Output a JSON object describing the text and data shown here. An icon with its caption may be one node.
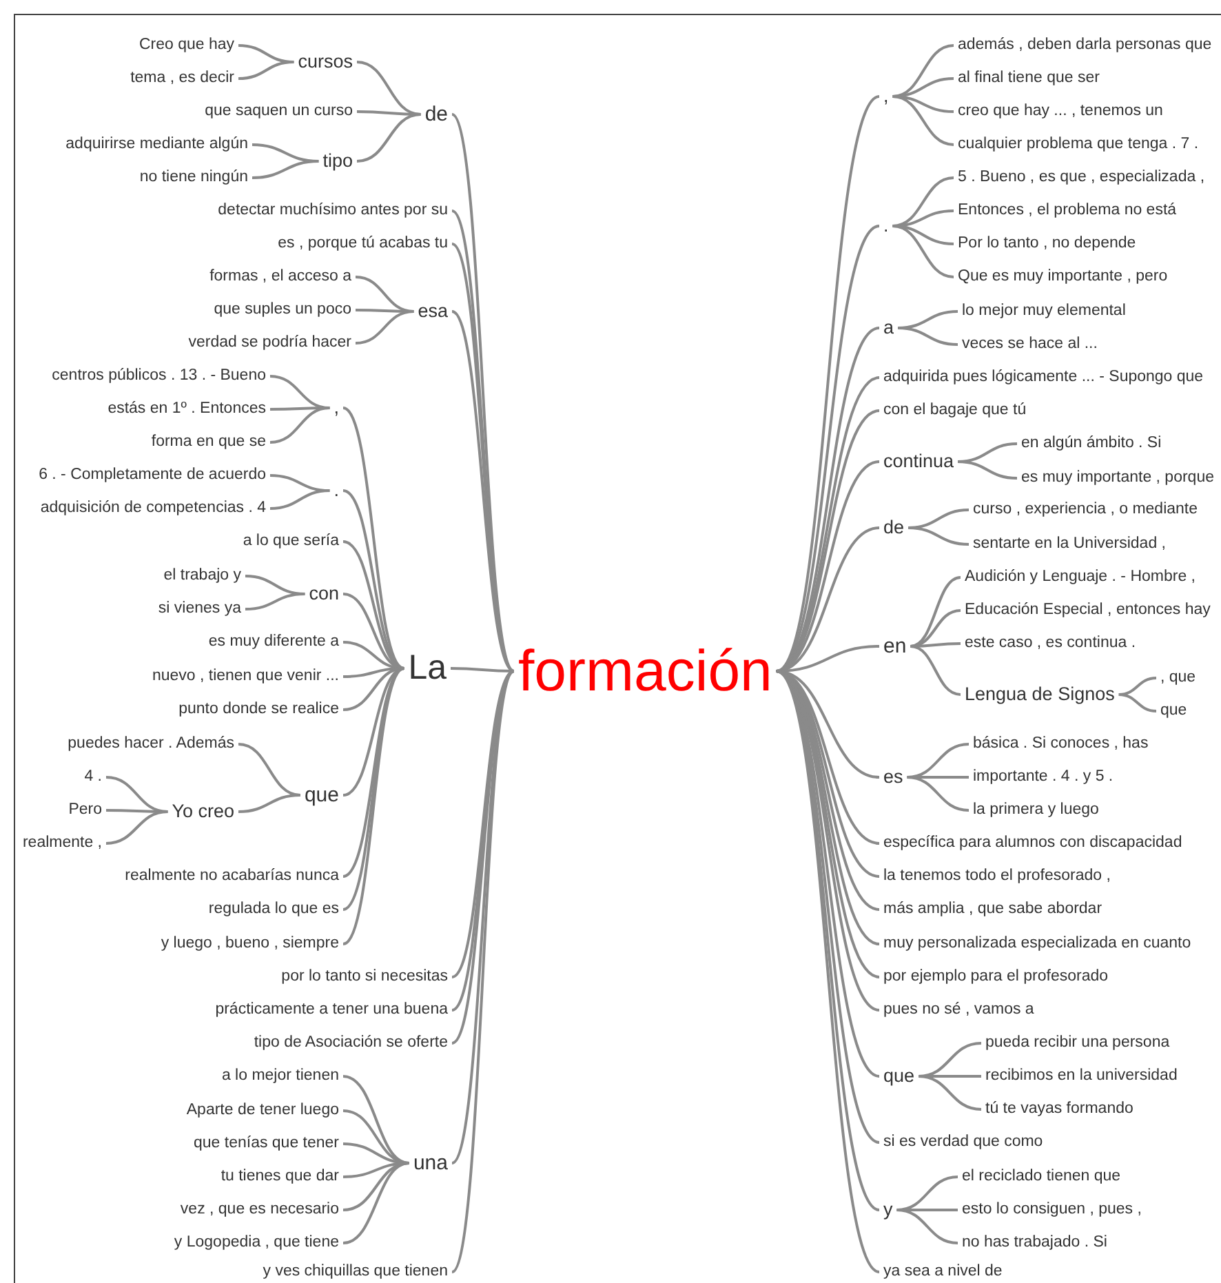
{
  "diagram": {
    "nodes": [
      {
        "text": [
          "formación"
        ]
      },
      {
        "text": [
          "Creo que hay"
        ]
      },
      {
        "text": [
          "tema , es decir"
        ]
      },
      {
        "text": [
          "cursos"
        ]
      },
      {
        "text": [
          "que saquen un curso"
        ]
      },
      {
        "text": [
          "adquirirse mediante algún"
        ]
      },
      {
        "text": [
          "no tiene ningún"
        ]
      },
      {
        "text": [
          "tipo"
        ]
      },
      {
        "text": [
          "de"
        ]
      },
      {
        "text": [
          "detectar muchísimo antes por su"
        ]
      },
      {
        "text": [
          "es , porque tú acabas tu"
        ]
      },
      {
        "text": [
          "formas , el acceso a"
        ]
      },
      {
        "text": [
          "que suples un poco"
        ]
      },
      {
        "text": [
          "verdad se podría hacer"
        ]
      },
      {
        "text": [
          "esa"
        ]
      },
      {
        "text": [
          "centros públicos . 13 . - Bueno"
        ]
      },
      {
        "text": [
          "estás en 1º . Entonces"
        ]
      },
      {
        "text": [
          "forma en que se"
        ]
      },
      {
        "text": [
          ","
        ]
      },
      {
        "text": [
          "6 . - Completamente de acuerdo"
        ]
      },
      {
        "text": [
          "adquisición de competencias . 4"
        ]
      },
      {
        "text": [
          "."
        ]
      },
      {
        "text": [
          "a lo que sería"
        ]
      },
      {
        "text": [
          "el trabajo y"
        ]
      },
      {
        "text": [
          "si vienes ya"
        ]
      },
      {
        "text": [
          "con"
        ]
      },
      {
        "text": [
          "es muy diferente a"
        ]
      },
      {
        "text": [
          "nuevo , tienen que venir ..."
        ]
      },
      {
        "text": [
          "punto donde se realice"
        ]
      },
      {
        "text": [
          "puedes hacer . Además"
        ]
      },
      {
        "text": [
          "4 ."
        ]
      },
      {
        "text": [
          "Pero"
        ]
      },
      {
        "text": [
          "realmente ,"
        ]
      },
      {
        "text": [
          "Yo creo"
        ]
      },
      {
        "text": [
          "que"
        ]
      },
      {
        "text": [
          "realmente no acabarías nunca"
        ]
      },
      {
        "text": [
          "regulada lo que es"
        ]
      },
      {
        "text": [
          "y luego , bueno , siempre"
        ]
      },
      {
        "text": [
          "La"
        ]
      },
      {
        "text": [
          "por lo tanto si necesitas"
        ]
      },
      {
        "text": [
          "prácticamente a tener una buena"
        ]
      },
      {
        "text": [
          "tipo de Asociación se oferte"
        ]
      },
      {
        "text": [
          "a lo mejor tienen"
        ]
      },
      {
        "text": [
          "Aparte de tener luego"
        ]
      },
      {
        "text": [
          "que tenías que tener"
        ]
      },
      {
        "text": [
          "tu tienes que dar"
        ]
      },
      {
        "text": [
          "vez , que es necesario"
        ]
      },
      {
        "text": [
          "y Logopedia , que tiene"
        ]
      },
      {
        "text": [
          "una"
        ]
      },
      {
        "text": [
          "y ves chiquillas que tienen"
        ]
      },
      {
        "text": [
          ","
        ]
      },
      {
        "text": [
          "además , deben darla personas que"
        ]
      },
      {
        "text": [
          "al final tiene que ser"
        ]
      },
      {
        "text": [
          "creo que hay ... , tenemos un"
        ]
      },
      {
        "text": [
          "cualquier problema que tenga . 7 ."
        ]
      },
      {
        "text": [
          "."
        ]
      },
      {
        "text": [
          "5 . Bueno , es que , especializada ,"
        ]
      },
      {
        "text": [
          "Entonces , el problema no está"
        ]
      },
      {
        "text": [
          "Por lo tanto , no depende"
        ]
      },
      {
        "text": [
          "Que es muy importante , pero"
        ]
      },
      {
        "text": [
          "a"
        ]
      },
      {
        "text": [
          "lo mejor muy elemental"
        ]
      },
      {
        "text": [
          "veces se hace al ..."
        ]
      },
      {
        "text": [
          "adquirida pues lógicamente ... - Supongo que"
        ]
      },
      {
        "text": [
          "con el bagaje que tú"
        ]
      },
      {
        "text": [
          "continua"
        ]
      },
      {
        "text": [
          "en algún ámbito . Si"
        ]
      },
      {
        "text": [
          "es muy importante , porque"
        ]
      },
      {
        "text": [
          "de"
        ]
      },
      {
        "text": [
          "curso , experiencia , o mediante"
        ]
      },
      {
        "text": [
          "sentarte en la Universidad ,"
        ]
      },
      {
        "text": [
          "en"
        ]
      },
      {
        "text": [
          "Audición y Lenguaje . - Hombre ,"
        ]
      },
      {
        "text": [
          "Educación Especial , entonces hay"
        ]
      },
      {
        "text": [
          "este caso , es continua ."
        ]
      },
      {
        "text": [
          "Lengua de Signos"
        ]
      },
      {
        "text": [
          ", que"
        ]
      },
      {
        "text": [
          "que"
        ]
      },
      {
        "text": [
          "es"
        ]
      },
      {
        "text": [
          "básica . Si conoces , has"
        ]
      },
      {
        "text": [
          "importante . 4 . y 5 ."
        ]
      },
      {
        "text": [
          "la primera y luego"
        ]
      },
      {
        "text": [
          "específica para alumnos con discapacidad"
        ]
      },
      {
        "text": [
          "la tenemos todo el profesorado ,"
        ]
      },
      {
        "text": [
          "más amplia , que sabe abordar"
        ]
      },
      {
        "text": [
          "muy personalizada especializada en cuanto"
        ]
      },
      {
        "text": [
          "por ejemplo para el profesorado"
        ]
      },
      {
        "text": [
          "pues no sé , vamos a"
        ]
      },
      {
        "text": [
          "que"
        ]
      },
      {
        "text": [
          "pueda recibir una persona"
        ]
      },
      {
        "text": [
          "recibimos en la universidad"
        ]
      },
      {
        "text": [
          "tú te vayas formando"
        ]
      },
      {
        "text": [
          "si es verdad que como"
        ]
      },
      {
        "text": [
          "y"
        ]
      },
      {
        "text": [
          "el reciclado tienen que"
        ]
      },
      {
        "text": [
          "esto lo consiguen , pues ,"
        ]
      },
      {
        "text": [
          "no has trabajado . Si"
        ]
      },
      {
        "text": [
          "ya sea a nivel de"
        ]
      }
    ],
    "edges": [
      {
        "from": 1,
        "to": 3,
        "arrow": "none"
      },
      {
        "from": 2,
        "to": 3,
        "arrow": "none"
      },
      {
        "from": 3,
        "to": 8,
        "arrow": "none"
      },
      {
        "from": 4,
        "to": 8,
        "arrow": "none"
      },
      {
        "from": 5,
        "to": 7,
        "arrow": "none"
      },
      {
        "from": 6,
        "to": 7,
        "arrow": "none"
      },
      {
        "from": 7,
        "to": 8,
        "arrow": "none"
      },
      {
        "from": 8,
        "to": 0,
        "arrow": "none"
      },
      {
        "from": 9,
        "to": 0,
        "arrow": "none"
      },
      {
        "from": 10,
        "to": 0,
        "arrow": "none"
      },
      {
        "from": 11,
        "to": 14,
        "arrow": "none"
      },
      {
        "from": 12,
        "to": 14,
        "arrow": "none"
      },
      {
        "from": 13,
        "to": 14,
        "arrow": "none"
      },
      {
        "from": 14,
        "to": 0,
        "arrow": "none"
      },
      {
        "from": 15,
        "to": 18,
        "arrow": "none"
      },
      {
        "from": 16,
        "to": 18,
        "arrow": "none"
      },
      {
        "from": 17,
        "to": 18,
        "arrow": "none"
      },
      {
        "from": 18,
        "to": 38,
        "arrow": "none"
      },
      {
        "from": 19,
        "to": 21,
        "arrow": "none"
      },
      {
        "from": 20,
        "to": 21,
        "arrow": "none"
      },
      {
        "from": 21,
        "to": 38,
        "arrow": "none"
      },
      {
        "from": 22,
        "to": 38,
        "arrow": "none"
      },
      {
        "from": 23,
        "to": 25,
        "arrow": "none"
      },
      {
        "from": 24,
        "to": 25,
        "arrow": "none"
      },
      {
        "from": 25,
        "to": 38,
        "arrow": "none"
      },
      {
        "from": 26,
        "to": 38,
        "arrow": "none"
      },
      {
        "from": 27,
        "to": 38,
        "arrow": "none"
      },
      {
        "from": 28,
        "to": 38,
        "arrow": "none"
      },
      {
        "from": 29,
        "to": 34,
        "arrow": "none"
      },
      {
        "from": 30,
        "to": 33,
        "arrow": "none"
      },
      {
        "from": 31,
        "to": 33,
        "arrow": "none"
      },
      {
        "from": 32,
        "to": 33,
        "arrow": "none"
      },
      {
        "from": 33,
        "to": 34,
        "arrow": "none"
      },
      {
        "from": 34,
        "to": 38,
        "arrow": "none"
      },
      {
        "from": 35,
        "to": 38,
        "arrow": "none"
      },
      {
        "from": 36,
        "to": 38,
        "arrow": "none"
      },
      {
        "from": 37,
        "to": 38,
        "arrow": "none"
      },
      {
        "from": 38,
        "to": 0,
        "arrow": "none"
      },
      {
        "from": 39,
        "to": 0,
        "arrow": "none"
      },
      {
        "from": 40,
        "to": 0,
        "arrow": "none"
      },
      {
        "from": 41,
        "to": 0,
        "arrow": "none"
      },
      {
        "from": 42,
        "to": 48,
        "arrow": "none"
      },
      {
        "from": 43,
        "to": 48,
        "arrow": "none"
      },
      {
        "from": 44,
        "to": 48,
        "arrow": "none"
      },
      {
        "from": 45,
        "to": 48,
        "arrow": "none"
      },
      {
        "from": 46,
        "to": 48,
        "arrow": "none"
      },
      {
        "from": 47,
        "to": 48,
        "arrow": "none"
      },
      {
        "from": 48,
        "to": 0,
        "arrow": "none"
      },
      {
        "from": 49,
        "to": 0,
        "arrow": "none"
      },
      {
        "from": 0,
        "to": 50,
        "arrow": "none"
      },
      {
        "from": 50,
        "to": 51,
        "arrow": "none"
      },
      {
        "from": 50,
        "to": 52,
        "arrow": "none"
      },
      {
        "from": 50,
        "to": 53,
        "arrow": "none"
      },
      {
        "from": 50,
        "to": 54,
        "arrow": "none"
      },
      {
        "from": 0,
        "to": 55,
        "arrow": "none"
      },
      {
        "from": 55,
        "to": 56,
        "arrow": "none"
      },
      {
        "from": 55,
        "to": 57,
        "arrow": "none"
      },
      {
        "from": 55,
        "to": 58,
        "arrow": "none"
      },
      {
        "from": 55,
        "to": 59,
        "arrow": "none"
      },
      {
        "from": 0,
        "to": 60,
        "arrow": "none"
      },
      {
        "from": 60,
        "to": 61,
        "arrow": "none"
      },
      {
        "from": 60,
        "to": 62,
        "arrow": "none"
      },
      {
        "from": 0,
        "to": 63,
        "arrow": "none"
      },
      {
        "from": 0,
        "to": 64,
        "arrow": "none"
      },
      {
        "from": 0,
        "to": 65,
        "arrow": "none"
      },
      {
        "from": 65,
        "to": 66,
        "arrow": "none"
      },
      {
        "from": 65,
        "to": 67,
        "arrow": "none"
      },
      {
        "from": 0,
        "to": 68,
        "arrow": "none"
      },
      {
        "from": 68,
        "to": 69,
        "arrow": "none"
      },
      {
        "from": 68,
        "to": 70,
        "arrow": "none"
      },
      {
        "from": 0,
        "to": 71,
        "arrow": "none"
      },
      {
        "from": 71,
        "to": 72,
        "arrow": "none"
      },
      {
        "from": 71,
        "to": 73,
        "arrow": "none"
      },
      {
        "from": 71,
        "to": 74,
        "arrow": "none"
      },
      {
        "from": 71,
        "to": 75,
        "arrow": "none"
      },
      {
        "from": 75,
        "to": 76,
        "arrow": "none"
      },
      {
        "from": 75,
        "to": 77,
        "arrow": "none"
      },
      {
        "from": 0,
        "to": 78,
        "arrow": "none"
      },
      {
        "from": 78,
        "to": 79,
        "arrow": "none"
      },
      {
        "from": 78,
        "to": 80,
        "arrow": "none"
      },
      {
        "from": 78,
        "to": 81,
        "arrow": "none"
      },
      {
        "from": 0,
        "to": 82,
        "arrow": "none"
      },
      {
        "from": 0,
        "to": 83,
        "arrow": "none"
      },
      {
        "from": 0,
        "to": 84,
        "arrow": "none"
      },
      {
        "from": 0,
        "to": 85,
        "arrow": "none"
      },
      {
        "from": 0,
        "to": 86,
        "arrow": "none"
      },
      {
        "from": 0,
        "to": 87,
        "arrow": "none"
      },
      {
        "from": 0,
        "to": 88,
        "arrow": "none"
      },
      {
        "from": 88,
        "to": 89,
        "arrow": "none"
      },
      {
        "from": 88,
        "to": 90,
        "arrow": "none"
      },
      {
        "from": 88,
        "to": 91,
        "arrow": "none"
      },
      {
        "from": 0,
        "to": 92,
        "arrow": "none"
      },
      {
        "from": 0,
        "to": 93,
        "arrow": "none"
      },
      {
        "from": 93,
        "to": 94,
        "arrow": "none"
      },
      {
        "from": 93,
        "to": 95,
        "arrow": "none"
      },
      {
        "from": 93,
        "to": 96,
        "arrow": "none"
      },
      {
        "from": 0,
        "to": 97,
        "arrow": "none"
      }
    ]
  }
}
